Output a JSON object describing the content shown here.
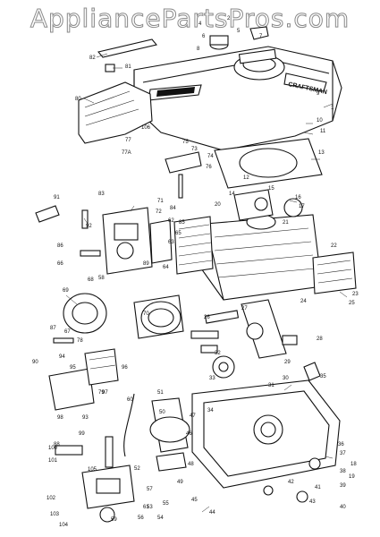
{
  "watermark": "AppliancePartsPros.com",
  "brand_stamp": "CRAFTSMAN",
  "part_numbers": [
    "1",
    "2",
    "4",
    "5",
    "6",
    "7",
    "8",
    "9",
    "10",
    "11",
    "12",
    "13",
    "14",
    "15",
    "16",
    "17",
    "18",
    "19",
    "20",
    "21",
    "22",
    "23",
    "24",
    "25",
    "26",
    "27",
    "28",
    "29",
    "30",
    "31",
    "32",
    "33",
    "34",
    "35",
    "36",
    "37",
    "38",
    "39",
    "40",
    "41",
    "42",
    "43",
    "44",
    "45",
    "46",
    "47",
    "48",
    "49",
    "50",
    "51",
    "52",
    "53",
    "54",
    "55",
    "56",
    "57",
    "58",
    "59",
    "60",
    "61",
    "62",
    "63",
    "64",
    "65",
    "66",
    "67",
    "68",
    "69",
    "70",
    "71",
    "72",
    "73",
    "74",
    "75",
    "76",
    "77",
    "77A",
    "78",
    "79",
    "80",
    "81",
    "82",
    "83",
    "84",
    "85",
    "86",
    "87",
    "88",
    "89",
    "90",
    "91",
    "92",
    "93",
    "94",
    "95",
    "96",
    "97",
    "98",
    "99",
    "100",
    "101",
    "102",
    "103",
    "104",
    "105",
    "106"
  ]
}
